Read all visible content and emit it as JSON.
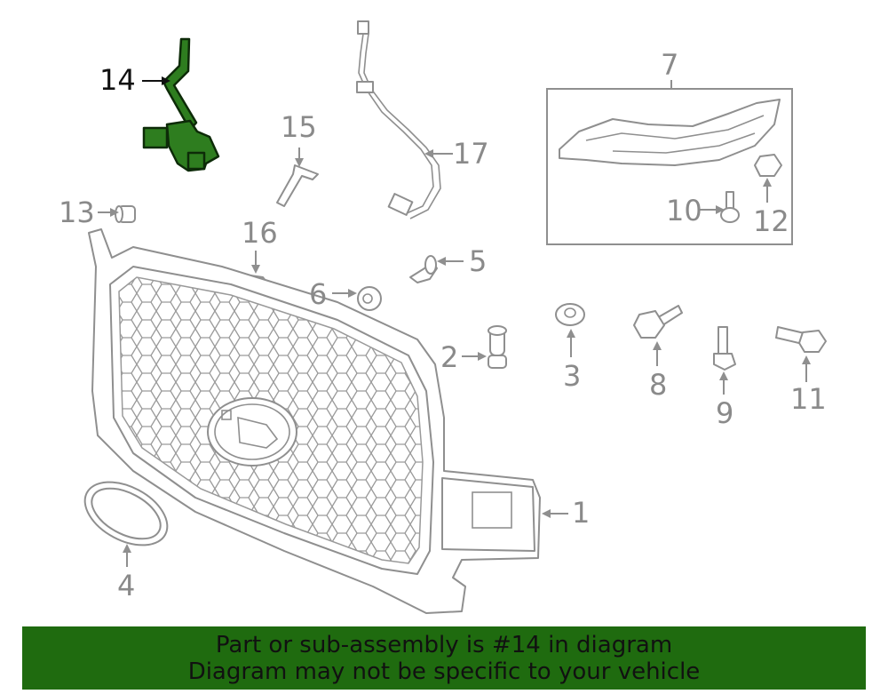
{
  "callouts": {
    "c1": "1",
    "c2": "2",
    "c3": "3",
    "c4": "4",
    "c5": "5",
    "c6": "6",
    "c7": "7",
    "c8": "8",
    "c9": "9",
    "c10": "10",
    "c11": "11",
    "c12": "12",
    "c13": "13",
    "c14": "14",
    "c15": "15",
    "c16": "16",
    "c17": "17"
  },
  "banner": {
    "line1": "Part or sub-assembly is #14 in diagram",
    "line2": "Diagram may not be specific to your vehicle"
  },
  "colors": {
    "highlight_part": "#2e7d1f",
    "banner_background": "#1f6b0f",
    "line_art": "#8f8f8f"
  },
  "highlighted_part": "14"
}
